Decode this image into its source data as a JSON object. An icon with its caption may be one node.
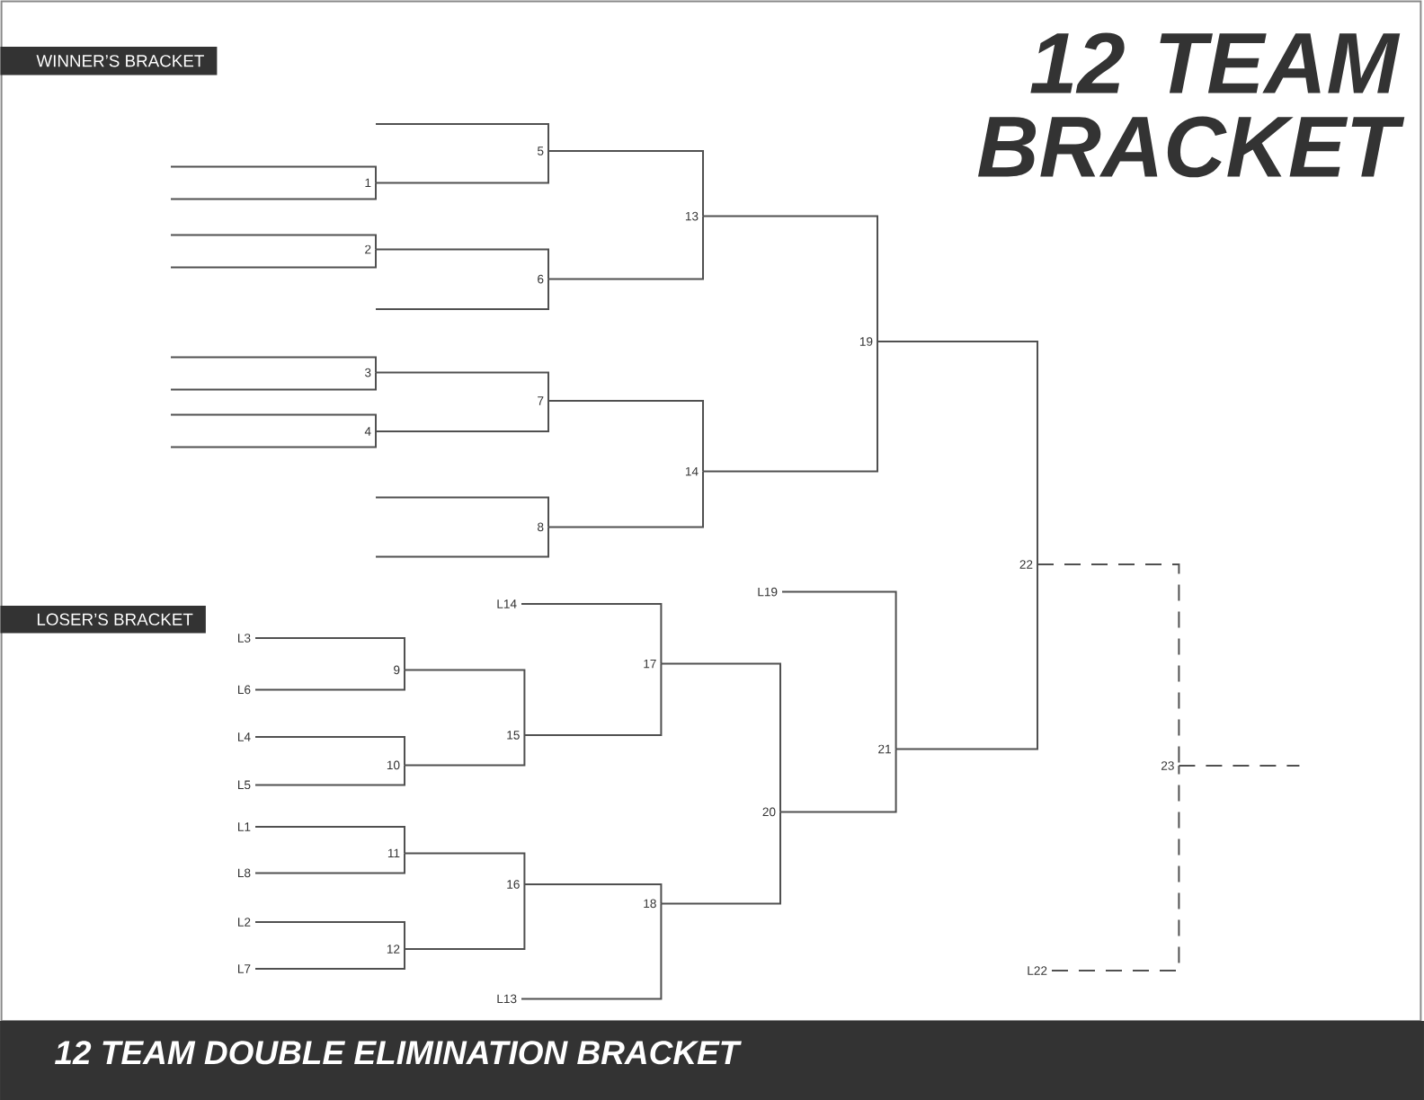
{
  "diagram": {
    "title": "12 TEAM BRACKET",
    "caption": "12 TEAM DOUBLE ELIMINATION BRACKET",
    "nodes": [
      {
        "text": [
          "1"
        ]
      },
      {
        "text": [
          "2"
        ]
      },
      {
        "text": [
          "3"
        ]
      },
      {
        "text": [
          "4"
        ]
      },
      {
        "text": [
          "5"
        ]
      },
      {
        "text": [
          "6"
        ]
      },
      {
        "text": [
          "7"
        ]
      },
      {
        "text": [
          "8"
        ]
      },
      {
        "text": [
          "9"
        ]
      },
      {
        "text": [
          "10"
        ]
      },
      {
        "text": [
          "11"
        ]
      },
      {
        "text": [
          "12"
        ]
      },
      {
        "text": [
          "13"
        ]
      },
      {
        "text": [
          "14"
        ]
      },
      {
        "text": [
          "15"
        ]
      },
      {
        "text": [
          "16"
        ]
      },
      {
        "text": [
          "17"
        ]
      },
      {
        "text": [
          "18"
        ]
      },
      {
        "text": [
          "19"
        ]
      },
      {
        "text": [
          "20"
        ]
      },
      {
        "text": [
          "21"
        ]
      },
      {
        "text": [
          "22"
        ]
      },
      {
        "text": [
          "23"
        ]
      },
      {
        "text": [
          "L3"
        ]
      },
      {
        "text": [
          "L6"
        ]
      },
      {
        "text": [
          "L4"
        ]
      },
      {
        "text": [
          "L5"
        ]
      },
      {
        "text": [
          "L1"
        ]
      },
      {
        "text": [
          "L8"
        ]
      },
      {
        "text": [
          "L2"
        ]
      },
      {
        "text": [
          "L7"
        ]
      },
      {
        "text": [
          "L14"
        ]
      },
      {
        "text": [
          "L13"
        ]
      },
      {
        "text": [
          "L19"
        ]
      },
      {
        "text": [
          "L22"
        ]
      }
    ],
    "edges": [
      {
        "from": null,
        "to": 0,
        "arrow": "none"
      },
      {
        "from": null,
        "to": 0,
        "arrow": "none"
      },
      {
        "from": null,
        "to": 1,
        "arrow": "none"
      },
      {
        "from": null,
        "to": 1,
        "arrow": "none"
      },
      {
        "from": null,
        "to": 2,
        "arrow": "none"
      },
      {
        "from": null,
        "to": 2,
        "arrow": "none"
      },
      {
        "from": null,
        "to": 3,
        "arrow": "none"
      },
      {
        "from": null,
        "to": 3,
        "arrow": "none"
      },
      {
        "from": null,
        "to": 4,
        "arrow": "none"
      },
      {
        "from": 0,
        "to": 4,
        "arrow": "none"
      },
      {
        "from": 1,
        "to": 5,
        "arrow": "none"
      },
      {
        "from": null,
        "to": 5,
        "arrow": "none"
      },
      {
        "from": 2,
        "to": 6,
        "arrow": "none"
      },
      {
        "from": 3,
        "to": 6,
        "arrow": "none"
      },
      {
        "from": null,
        "to": 7,
        "arrow": "none"
      },
      {
        "from": null,
        "to": 7,
        "arrow": "none"
      },
      {
        "from": 4,
        "to": 12,
        "arrow": "none"
      },
      {
        "from": 5,
        "to": 12,
        "arrow": "none"
      },
      {
        "from": 6,
        "to": 13,
        "arrow": "none"
      },
      {
        "from": 7,
        "to": 13,
        "arrow": "none"
      },
      {
        "from": 12,
        "to": 18,
        "arrow": "none"
      },
      {
        "from": 13,
        "to": 18,
        "arrow": "none"
      },
      {
        "from": 18,
        "to": 21,
        "arrow": "none"
      },
      {
        "from": 20,
        "to": 21,
        "arrow": "none"
      },
      {
        "from": 21,
        "to": 22,
        "arrow": "none",
        "style": "dashed"
      },
      {
        "from": 34,
        "to": 22,
        "arrow": "none",
        "style": "dashed"
      },
      {
        "from": 22,
        "to": null,
        "arrow": "none",
        "style": "dashed"
      },
      {
        "from": 23,
        "to": 8,
        "arrow": "none"
      },
      {
        "from": 24,
        "to": 8,
        "arrow": "none"
      },
      {
        "from": 25,
        "to": 9,
        "arrow": "none"
      },
      {
        "from": 26,
        "to": 9,
        "arrow": "none"
      },
      {
        "from": 27,
        "to": 10,
        "arrow": "none"
      },
      {
        "from": 28,
        "to": 10,
        "arrow": "none"
      },
      {
        "from": 29,
        "to": 11,
        "arrow": "none"
      },
      {
        "from": 30,
        "to": 11,
        "arrow": "none"
      },
      {
        "from": 31,
        "to": 16,
        "arrow": "none"
      },
      {
        "from": 8,
        "to": 14,
        "arrow": "none"
      },
      {
        "from": 9,
        "to": 14,
        "arrow": "none"
      },
      {
        "from": 10,
        "to": 15,
        "arrow": "none"
      },
      {
        "from": 11,
        "to": 15,
        "arrow": "none"
      },
      {
        "from": 14,
        "to": 16,
        "arrow": "none"
      },
      {
        "from": 15,
        "to": 17,
        "arrow": "none"
      },
      {
        "from": 32,
        "to": 17,
        "arrow": "none"
      },
      {
        "from": 16,
        "to": 19,
        "arrow": "none"
      },
      {
        "from": 17,
        "to": 19,
        "arrow": "none"
      },
      {
        "from": 33,
        "to": 20,
        "arrow": "none"
      },
      {
        "from": 19,
        "to": 20,
        "arrow": "none"
      }
    ],
    "labels": [
      "WINNER’S BRACKET",
      "LOSER’S BRACKET"
    ]
  }
}
